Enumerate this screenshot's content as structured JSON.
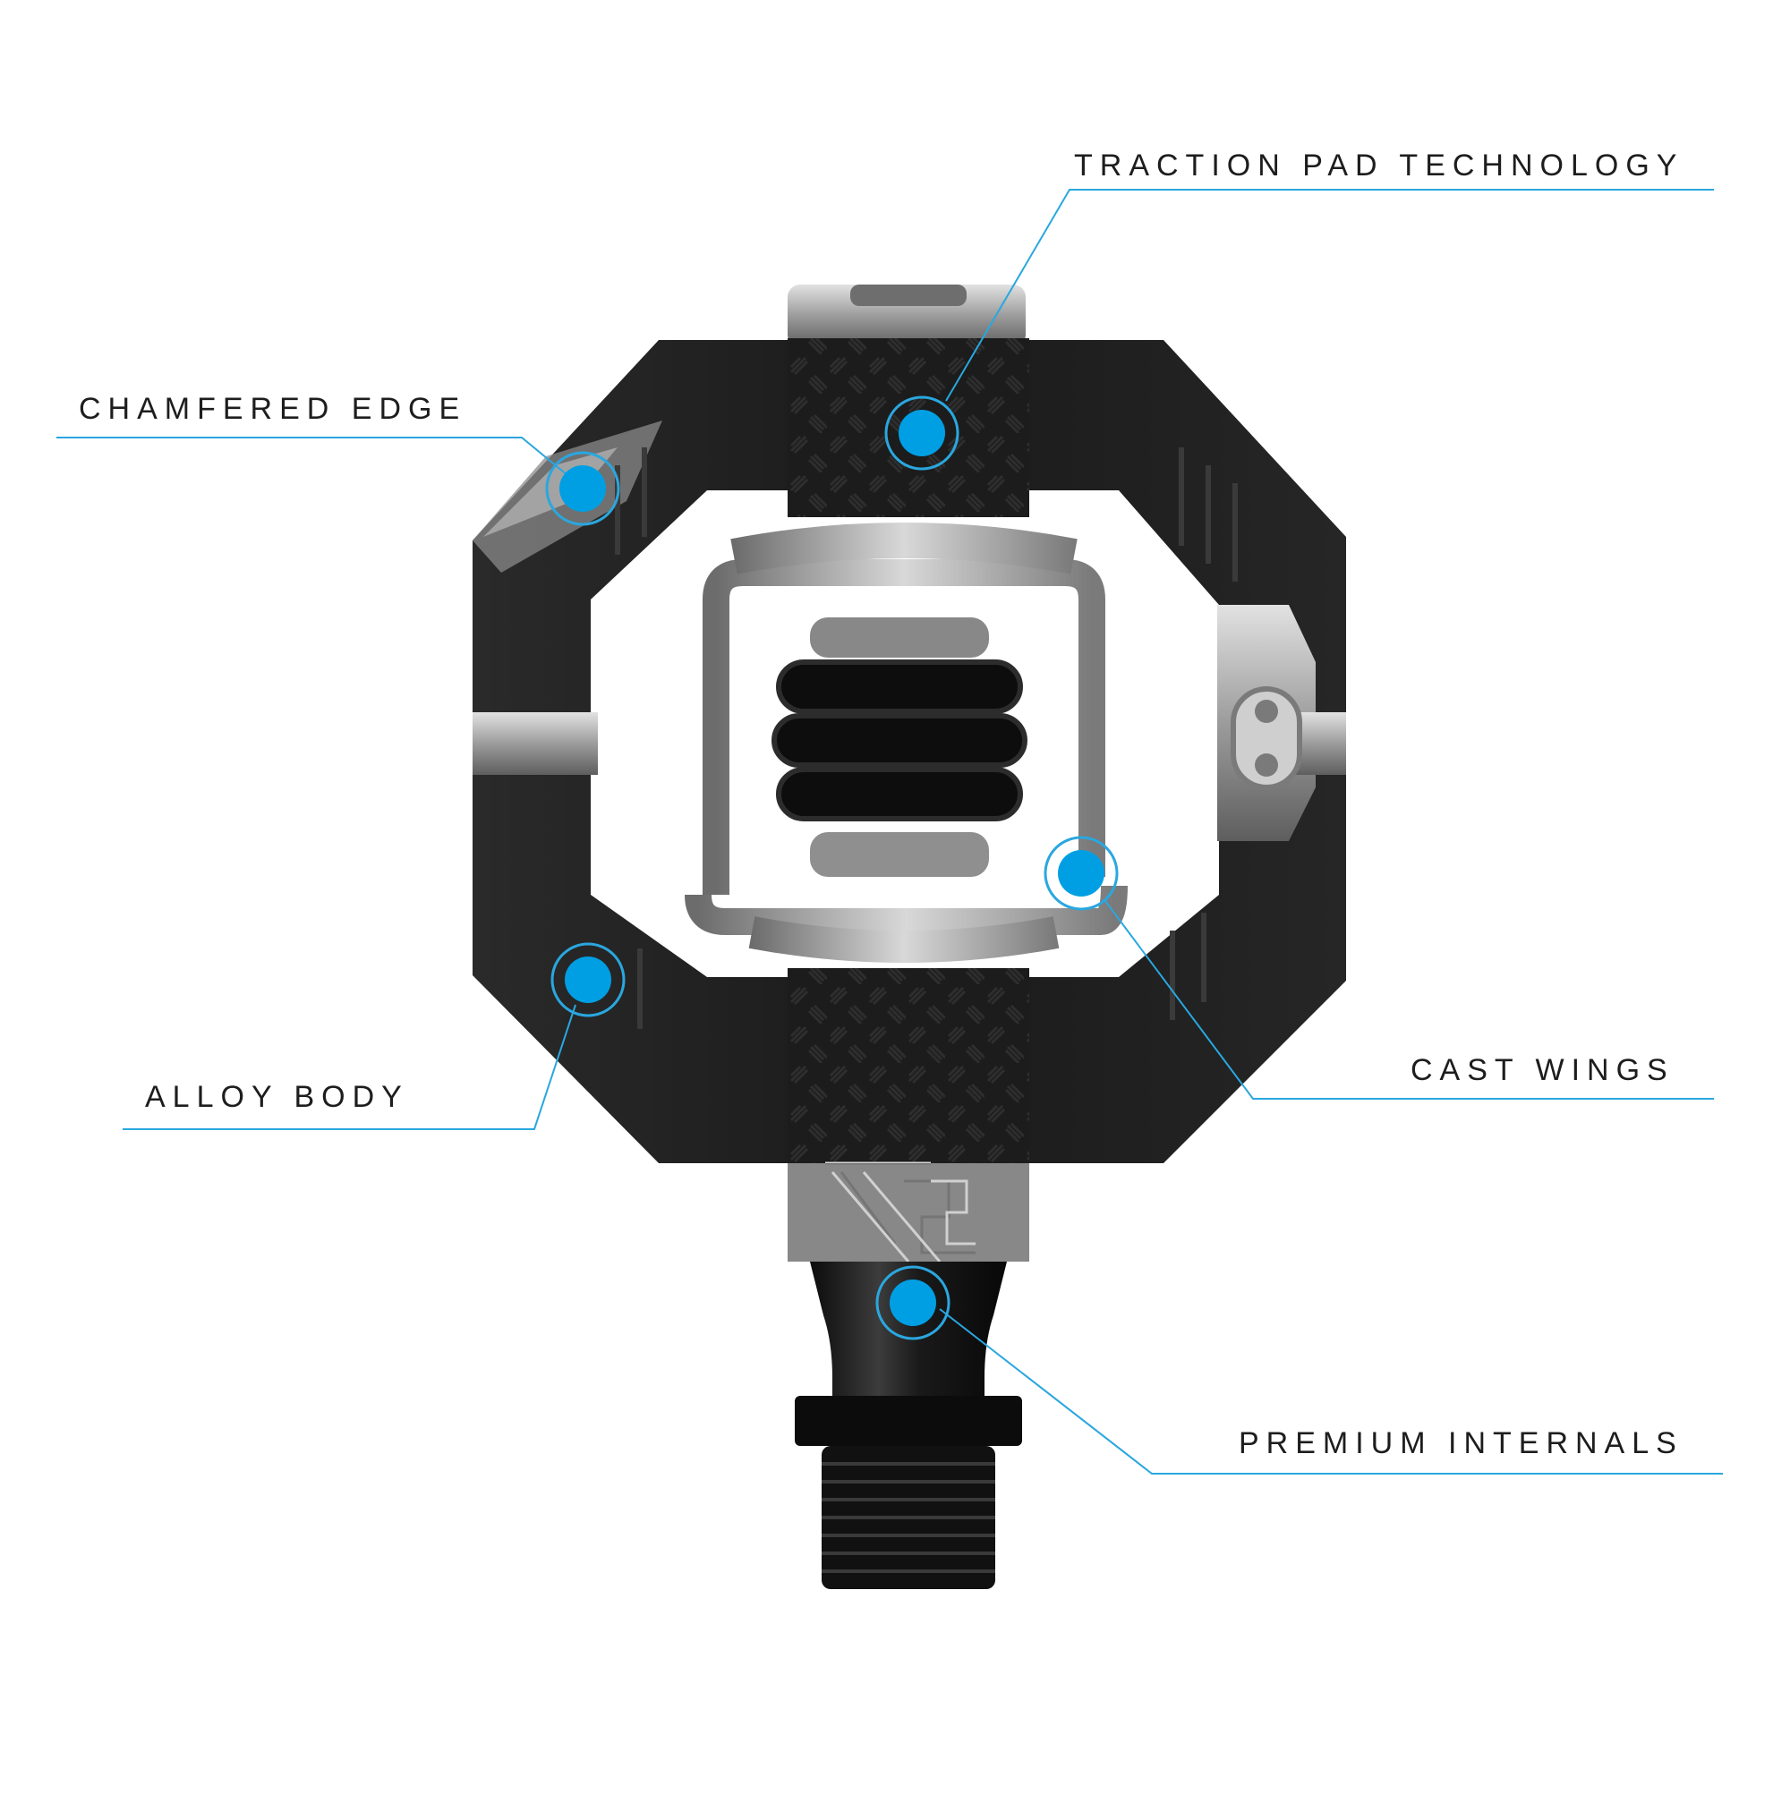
{
  "product": {
    "name": "clipless mountain bike pedal",
    "colors": {
      "body": "#1b1b1b",
      "body_highlight": "#3a3a3a",
      "metal": "#9a9a9a",
      "metal_light": "#d4d4d4",
      "spring": "#0e0e0e",
      "accent": "#009fe3",
      "leader_line": "#2aa7df",
      "background": "#ffffff"
    }
  },
  "callouts": [
    {
      "id": "traction",
      "label": "TRACTION PAD TECHNOLOGY"
    },
    {
      "id": "chamfered",
      "label": "CHAMFERED EDGE"
    },
    {
      "id": "alloy",
      "label": "ALLOY BODY"
    },
    {
      "id": "cast",
      "label": "CAST WINGS"
    },
    {
      "id": "premium",
      "label": "PREMIUM INTERNALS"
    }
  ]
}
